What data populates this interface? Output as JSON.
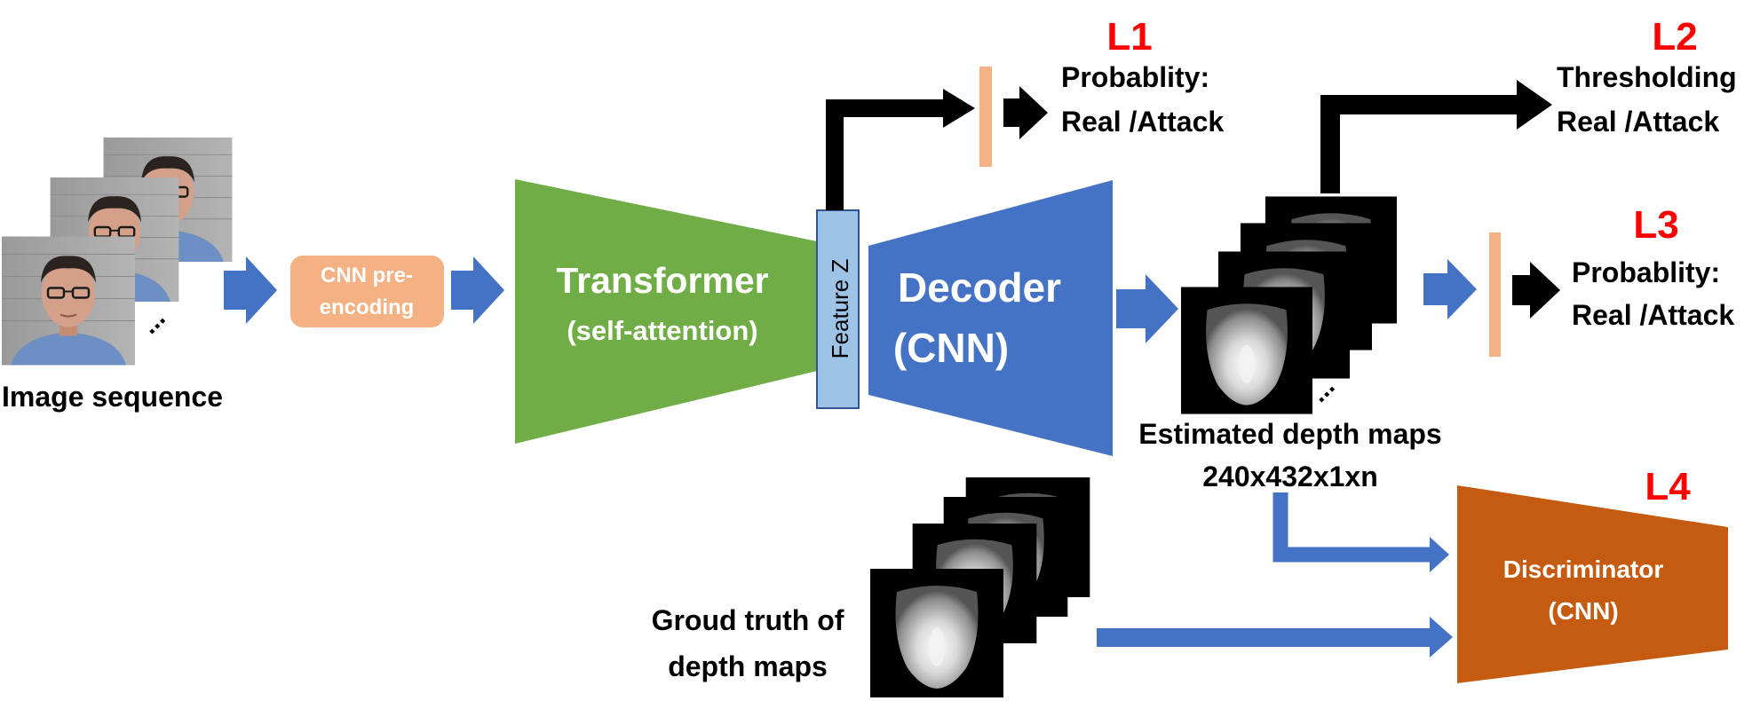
{
  "colors": {
    "blue_arrow": "#4472c4",
    "green_block": "#70ad47",
    "blue_block": "#4472c4",
    "feature_block": "#9dc3e6",
    "peach": "#f4b183",
    "orange_block": "#c55a11",
    "loss_red": "#ff0000",
    "black": "#000000"
  },
  "input": {
    "label": "Image sequence",
    "ellipsis": "..."
  },
  "cnn_preencoding": {
    "line1": "CNN pre-",
    "line2": "encoding"
  },
  "transformer": {
    "title": "Transformer",
    "subtitle": "(self-attention)"
  },
  "feature": {
    "label": "Feature Z"
  },
  "decoder": {
    "title": "Decoder",
    "subtitle": "(CNN)"
  },
  "estimated_depth": {
    "label": "Estimated depth maps",
    "size": "240x432x1xn",
    "ellipsis": "..."
  },
  "ground_truth": {
    "line1": "Groud truth of",
    "line2": "depth maps"
  },
  "discriminator": {
    "line1": "Discriminator",
    "line2": "(CNN)"
  },
  "losses": {
    "l1": {
      "tag": "L1",
      "line1": "Probablity:",
      "line2": "Real /Attack"
    },
    "l2": {
      "tag": "L2",
      "line1": "Thresholding",
      "line2": "Real /Attack"
    },
    "l3": {
      "tag": "L3",
      "line1": "Probablity:",
      "line2": "Real /Attack"
    },
    "l4": {
      "tag": "L4"
    }
  }
}
